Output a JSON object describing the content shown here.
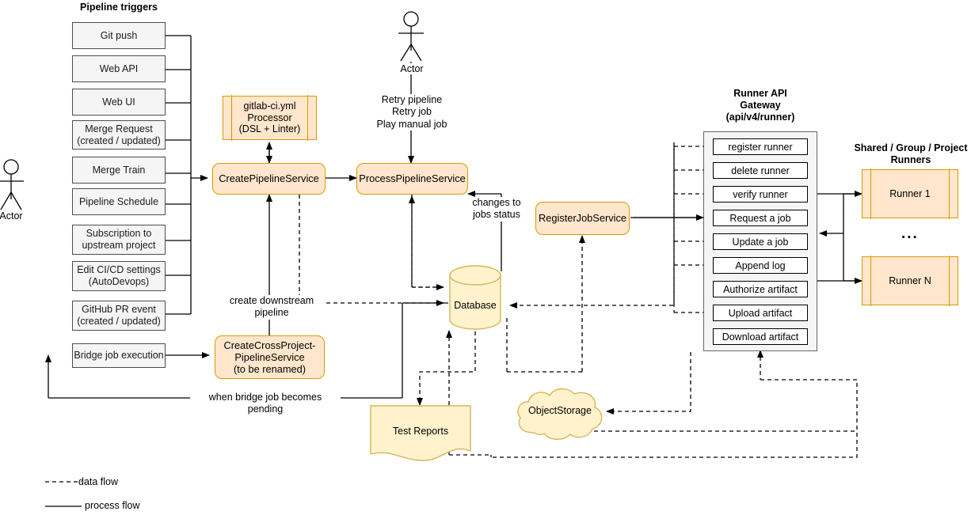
{
  "diagram": {
    "title": "GitLab CI pipeline architecture flow",
    "colors": {
      "service_fill": "#ffe6cc",
      "service_stroke": "#d79b00",
      "trigger_fill": "#f5f5f5",
      "trigger_stroke": "#4d4d4d",
      "storage_fill": "#fff2cc",
      "storage_stroke": "#d6b656",
      "panel_fill": "#f5f5f5",
      "panel_stroke": "#666666",
      "line": "#000000"
    }
  },
  "triggers": {
    "title": "Pipeline triggers",
    "items": [
      {
        "label": "Git push"
      },
      {
        "label": "Web API"
      },
      {
        "label": "Web UI"
      },
      {
        "label": "Merge Request\n(created / updated)"
      },
      {
        "label": "Merge Train"
      },
      {
        "label": "Pipeline Schedule"
      },
      {
        "label": "Subscription to\nupstream project"
      },
      {
        "label": "Edit CI/CD settings\n(AutoDevops)"
      },
      {
        "label": "GitHub PR event\n(created / updated)"
      },
      {
        "label": "Bridge job execution"
      }
    ]
  },
  "actors": [
    {
      "name": "actor-left",
      "label": "Actor"
    },
    {
      "name": "actor-top",
      "label": "Actor"
    }
  ],
  "services": {
    "processor": "gitlab-ci.yml\nProcessor\n(DSL + Linter)",
    "create_pipeline": "CreatePipelineService",
    "process_pipeline": "ProcessPipelineService",
    "register_job": "RegisterJobService",
    "cross_project": "CreateCrossProject-\nPipelineService\n(to be renamed)"
  },
  "storage": {
    "database": "Database",
    "test_reports": "Test Reports",
    "object_storage": "ObjectStorage"
  },
  "gateway": {
    "title": "Runner API\nGateway\n(api/v4/runner)",
    "endpoints": [
      {
        "label": "register runner"
      },
      {
        "label": "delete runner"
      },
      {
        "label": "verify runner"
      },
      {
        "label": "Request a job"
      },
      {
        "label": "Update a job"
      },
      {
        "label": "Append log"
      },
      {
        "label": "Authorize artifact"
      },
      {
        "label": "Upload artifact"
      },
      {
        "label": "Download artifact"
      }
    ]
  },
  "runners": {
    "title": "Shared / Group / Project\nRunners",
    "items": [
      {
        "label": "Runner 1"
      },
      {
        "label": "Runner N"
      }
    ],
    "ellipsis": "..."
  },
  "edge_labels": {
    "retry": "Retry pipeline\nRetry job\nPlay manual job",
    "changes_to_jobs_status": "changes to\njobs status",
    "create_downstream_pipeline": "create downstream\npipeline",
    "bridge_pending": "when bridge job becomes pending"
  },
  "legend": {
    "data_flow": "data flow",
    "process_flow": "process flow"
  }
}
